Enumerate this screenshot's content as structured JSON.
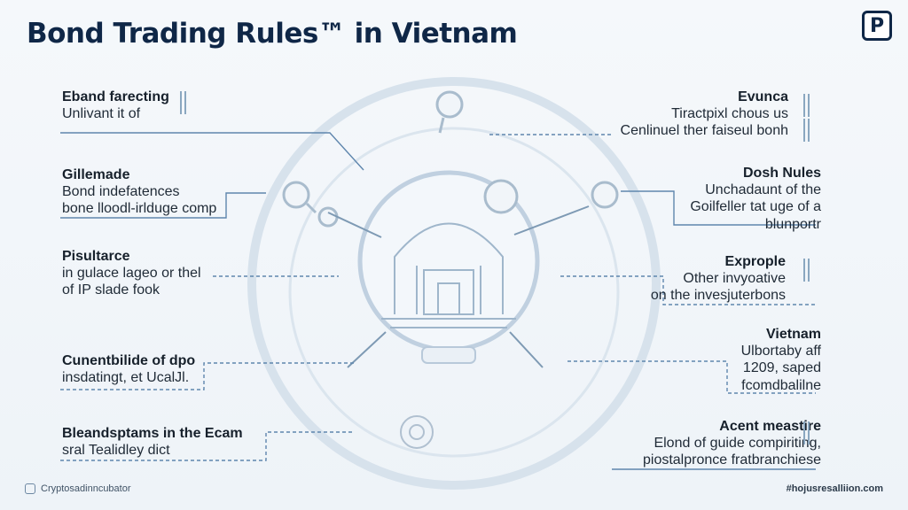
{
  "title": "Bond Trading Rules™ in Vietnam",
  "brand_badge": "P",
  "left_labels": [
    {
      "heading": "Eband farecting",
      "lines": [
        "Unlivant it of"
      ]
    },
    {
      "heading": "Gillemade",
      "lines": [
        "Bond indefatences",
        "bone lloodl-irlduge comp"
      ]
    },
    {
      "heading": "Pisultarce",
      "lines": [
        "in gulace lageo or thel",
        "of IP slade fook"
      ]
    },
    {
      "heading": "Cunentbilide of dpo",
      "lines": [
        "insdatingt, et UcalJl."
      ]
    },
    {
      "heading": "Bleandsptams in the Ecam",
      "lines": [
        "sral Tealidley dict"
      ]
    }
  ],
  "right_labels": [
    {
      "heading": "Evunca",
      "lines": [
        "Tiractpixl chous us",
        "Cenlinuel ther faiseul bonh"
      ]
    },
    {
      "heading": "Dosh Nules",
      "lines": [
        "Unchadaunt of the",
        "Goilfeller tat uge of a",
        "blunportr"
      ]
    },
    {
      "heading": "Exprople",
      "lines": [
        "Other invyoative",
        "on the invesjuterbons"
      ]
    },
    {
      "heading": "Vietnam",
      "lines": [
        "Ulbortaby aff",
        "1209, saped",
        "fcomdbalilne"
      ]
    },
    {
      "heading": "Acent meastire",
      "lines": [
        "Elond of guide compiriting,",
        "piostalpronce fratbranchiese"
      ]
    }
  ],
  "footer": {
    "left": "Cryptosadinncubator",
    "right": "#hojusresalliion.com"
  },
  "colors": {
    "title": "#0f2747",
    "line": "#5f86ad",
    "circle": "#c8d6e4"
  },
  "icons": [
    "magnifier-icon",
    "building-icon",
    "gear-icon",
    "brand-badge-icon"
  ]
}
